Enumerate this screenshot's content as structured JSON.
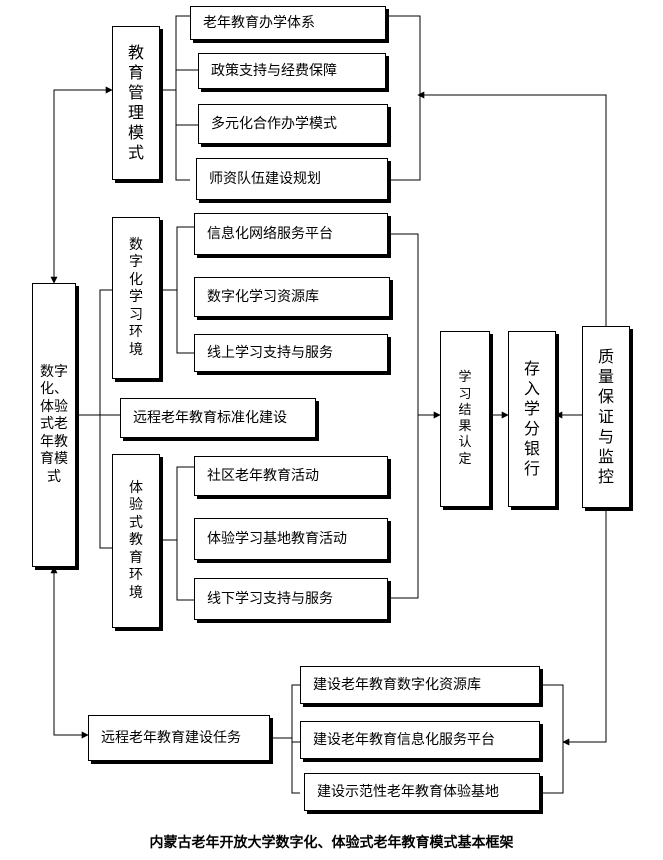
{
  "diagram": {
    "caption": "内蒙古老年开放大学数字化、体验式老年教育模式基本框架",
    "root": "数字化、体验式老年教育模式",
    "management": {
      "label": "教育管理模式",
      "items": [
        "老年教育办学体系",
        "政策支持与经费保障",
        "多元化合作办学模式",
        "师资队伍建设规划"
      ]
    },
    "digital_env": {
      "label": "数字化学习环境",
      "items": [
        "信息化网络服务平台",
        "数字化学习资源库",
        "线上学习支持与服务"
      ]
    },
    "remote_std": "远程老年教育标准化建设",
    "experience_env": {
      "label": "体验式教育环境",
      "items": [
        "社区老年教育活动",
        "体验学习基地教育活动",
        "线下学习支持与服务"
      ]
    },
    "result": "学习结果认定",
    "bank": "存入学分银行",
    "quality": "质量保证与监控",
    "remote_task": {
      "label": "远程老年教育建设任务",
      "items": [
        "建设老年教育数字化资源库",
        "建设老年教育信息化服务平台",
        "建设示范性老年教育体验基地"
      ]
    }
  }
}
